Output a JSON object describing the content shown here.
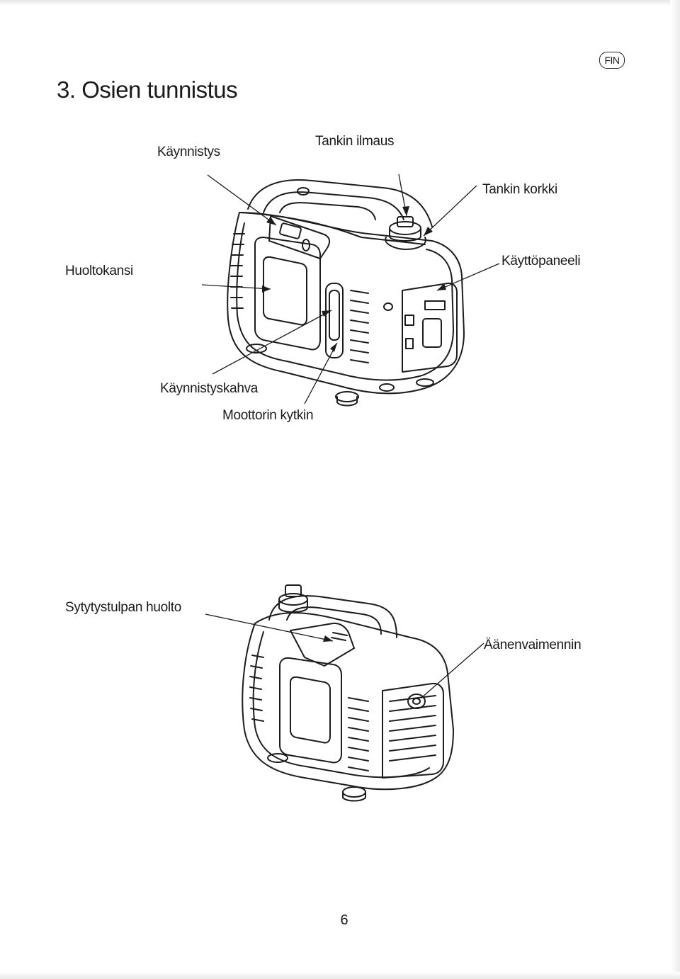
{
  "header": {
    "title": "3. Osien tunnistus",
    "language_badge": "FIN"
  },
  "figure_top": {
    "labels": {
      "start": "Käynnistys",
      "tank_vent": "Tankin ilmaus",
      "tank_cap": "Tankin korkki",
      "maintenance_cover": "Huoltokansi",
      "control_panel": "Käyttöpaneeli",
      "start_handle": "Käynnistyskahva",
      "engine_switch": "Moottorin kytkin"
    }
  },
  "figure_bottom": {
    "labels": {
      "spark_plug_service": "Sytytystulpan huolto",
      "muffler": "Äänenvaimennin"
    }
  },
  "footer": {
    "page_number": "6"
  }
}
